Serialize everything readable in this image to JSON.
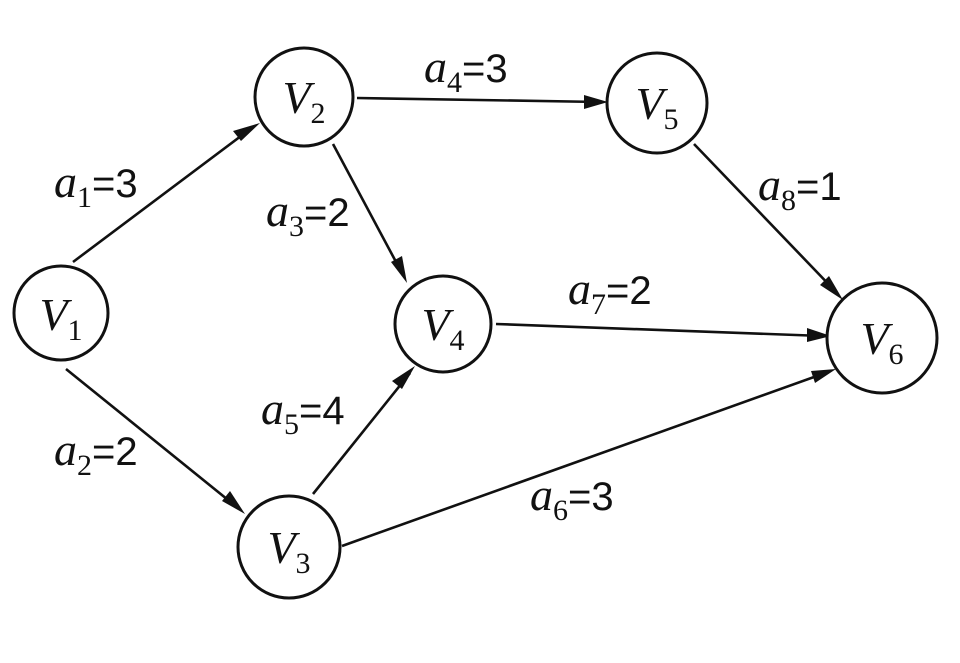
{
  "nodes": [
    {
      "id": "V1",
      "letter": "V",
      "sub": "1"
    },
    {
      "id": "V2",
      "letter": "V",
      "sub": "2"
    },
    {
      "id": "V3",
      "letter": "V",
      "sub": "3"
    },
    {
      "id": "V4",
      "letter": "V",
      "sub": "4"
    },
    {
      "id": "V5",
      "letter": "V",
      "sub": "5"
    },
    {
      "id": "V6",
      "letter": "V",
      "sub": "6"
    }
  ],
  "edges": [
    {
      "id": "a1",
      "from": "V1",
      "to": "V2",
      "letter": "a",
      "sub": "1",
      "eq": "=3"
    },
    {
      "id": "a2",
      "from": "V1",
      "to": "V3",
      "letter": "a",
      "sub": "2",
      "eq": "=2"
    },
    {
      "id": "a3",
      "from": "V2",
      "to": "V4",
      "letter": "a",
      "sub": "3",
      "eq": "=2"
    },
    {
      "id": "a4",
      "from": "V2",
      "to": "V5",
      "letter": "a",
      "sub": "4",
      "eq": "=3"
    },
    {
      "id": "a5",
      "from": "V3",
      "to": "V4",
      "letter": "a",
      "sub": "5",
      "eq": "=4"
    },
    {
      "id": "a6",
      "from": "V3",
      "to": "V6",
      "letter": "a",
      "sub": "6",
      "eq": "=3"
    },
    {
      "id": "a7",
      "from": "V4",
      "to": "V6",
      "letter": "a",
      "sub": "7",
      "eq": "=2"
    },
    {
      "id": "a8",
      "from": "V5",
      "to": "V6",
      "letter": "a",
      "sub": "8",
      "eq": "=1"
    }
  ]
}
